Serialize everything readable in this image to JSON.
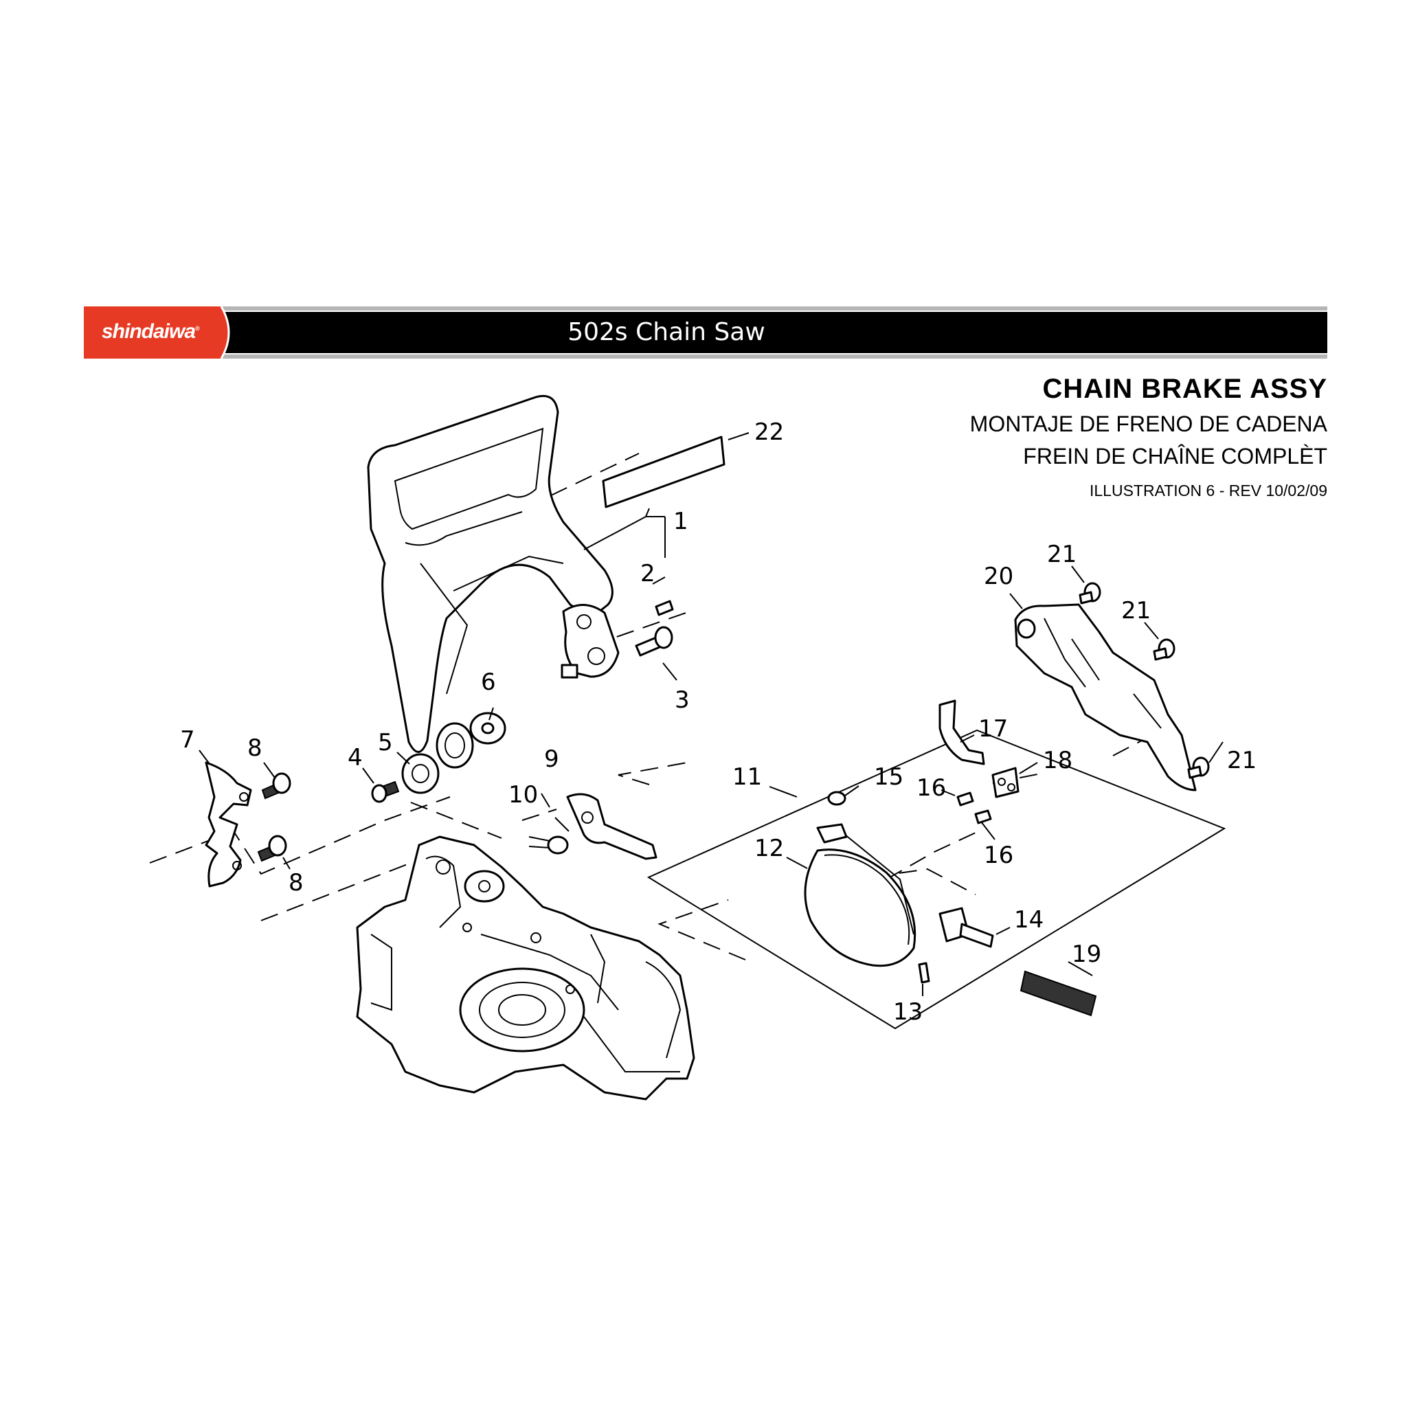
{
  "header": {
    "logo_text": "shindaiwa",
    "product": "502s Chain Saw",
    "brand_color": "#e63a24"
  },
  "titles": {
    "main": "CHAIN BRAKE ASSY",
    "spanish": "MONTAJE DE FRENO DE CADENA",
    "french": "FREIN DE CHAÎNE COMPLÈT",
    "revision": "ILLUSTRATION 6 - REV 10/02/09"
  },
  "callouts": {
    "c1": "1",
    "c2": "2",
    "c3": "3",
    "c4": "4",
    "c5": "5",
    "c6": "6",
    "c7": "7",
    "c8a": "8",
    "c8b": "8",
    "c9": "9",
    "c10": "10",
    "c11": "11",
    "c12": "12",
    "c13": "13",
    "c14": "14",
    "c15": "15",
    "c16a": "16",
    "c16b": "16",
    "c17": "17",
    "c18": "18",
    "c19": "19",
    "c20": "20",
    "c21a": "21",
    "c21b": "21",
    "c21c": "21",
    "c22": "22"
  }
}
